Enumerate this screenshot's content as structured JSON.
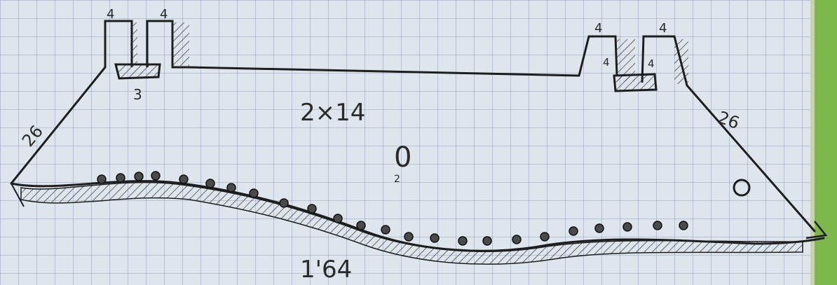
{
  "colors": {
    "paper": "#dde3ea",
    "grid": "#8fa3bd",
    "ink": "#1e1e1e",
    "green_edge": "#7fb84a"
  },
  "labels": {
    "clip_left_1": "4",
    "clip_left_2": "4",
    "clip_left_bottom": "3",
    "clip_right_1": "4",
    "clip_right_2": "4",
    "clip_right_inner_1": "4",
    "clip_right_inner_2": "4",
    "side_left": "26",
    "side_right": "26",
    "center_dims": "2×14",
    "hole_label": "0",
    "hole_sub": "2",
    "bottom_label": "1'64"
  }
}
